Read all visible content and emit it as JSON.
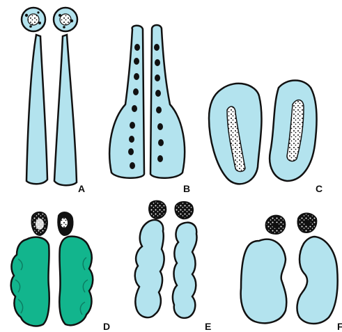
{
  "colors": {
    "outline": "#111111",
    "light_blue": "#b3e3ee",
    "teal": "#12b58d",
    "nucleus_dark": "#111111",
    "nucleus_speckle": "#ffffff"
  },
  "panels": [
    {
      "label": "A",
      "shape": "two tadpole-shaped cells with round nuclear heads",
      "fill": "light_blue"
    },
    {
      "label": "B",
      "shape": "two tall cells with a column of dark dots",
      "fill": "light_blue"
    },
    {
      "label": "C",
      "shape": "two curved cells with elongated speckled nuclei",
      "fill": "light_blue"
    },
    {
      "label": "D",
      "shape": "two lobed teal masses with small dark nuclei above",
      "fill": "teal"
    },
    {
      "label": "E",
      "shape": "two beaded light blue chains with speckled nuclei above",
      "fill": "light_blue"
    },
    {
      "label": "F",
      "shape": "two kidney-shaped light blue bodies with small nuclei above",
      "fill": "light_blue"
    }
  ]
}
